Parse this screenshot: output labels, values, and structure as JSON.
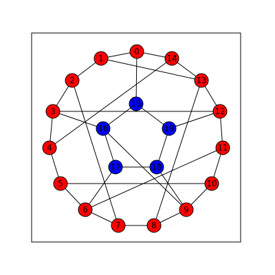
{
  "graph": {
    "colors": {
      "outer": "#ff0000",
      "inner": "#0000ff",
      "edge": "#000000",
      "frame": "#000000"
    },
    "nodes": [
      {
        "id": "0",
        "label": "0",
        "group": "outer"
      },
      {
        "id": "1",
        "label": "1",
        "group": "outer"
      },
      {
        "id": "2",
        "label": "2",
        "group": "outer"
      },
      {
        "id": "3",
        "label": "3",
        "group": "outer"
      },
      {
        "id": "4",
        "label": "4",
        "group": "outer"
      },
      {
        "id": "5",
        "label": "5",
        "group": "outer"
      },
      {
        "id": "6",
        "label": "6",
        "group": "outer"
      },
      {
        "id": "7",
        "label": "7",
        "group": "outer"
      },
      {
        "id": "8",
        "label": "8",
        "group": "outer"
      },
      {
        "id": "9",
        "label": "9",
        "group": "outer"
      },
      {
        "id": "10",
        "label": "10",
        "group": "outer"
      },
      {
        "id": "11",
        "label": "11",
        "group": "outer"
      },
      {
        "id": "12",
        "label": "12",
        "group": "outer"
      },
      {
        "id": "13",
        "label": "13",
        "group": "outer"
      },
      {
        "id": "14",
        "label": "14",
        "group": "outer"
      },
      {
        "id": "15",
        "label": "15",
        "group": "inner"
      },
      {
        "id": "16",
        "label": "16",
        "group": "inner"
      },
      {
        "id": "17",
        "label": "17",
        "group": "inner"
      },
      {
        "id": "18",
        "label": "18",
        "group": "inner"
      },
      {
        "id": "19",
        "label": "19",
        "group": "inner"
      }
    ],
    "edges": [
      [
        "0",
        "1"
      ],
      [
        "1",
        "2"
      ],
      [
        "2",
        "3"
      ],
      [
        "3",
        "4"
      ],
      [
        "4",
        "5"
      ],
      [
        "5",
        "6"
      ],
      [
        "6",
        "7"
      ],
      [
        "7",
        "8"
      ],
      [
        "8",
        "9"
      ],
      [
        "9",
        "10"
      ],
      [
        "10",
        "11"
      ],
      [
        "11",
        "12"
      ],
      [
        "12",
        "13"
      ],
      [
        "13",
        "14"
      ],
      [
        "14",
        "0"
      ],
      [
        "0",
        "15"
      ],
      [
        "1",
        "13"
      ],
      [
        "2",
        "7"
      ],
      [
        "3",
        "12"
      ],
      [
        "4",
        "14"
      ],
      [
        "5",
        "10"
      ],
      [
        "6",
        "11"
      ],
      [
        "8",
        "13"
      ],
      [
        "9",
        "16"
      ],
      [
        "3",
        "16"
      ],
      [
        "6",
        "17"
      ],
      [
        "12",
        "19"
      ],
      [
        "9",
        "18"
      ],
      [
        "15",
        "19"
      ],
      [
        "15",
        "16"
      ],
      [
        "16",
        "17"
      ],
      [
        "17",
        "18"
      ],
      [
        "18",
        "19"
      ]
    ]
  }
}
